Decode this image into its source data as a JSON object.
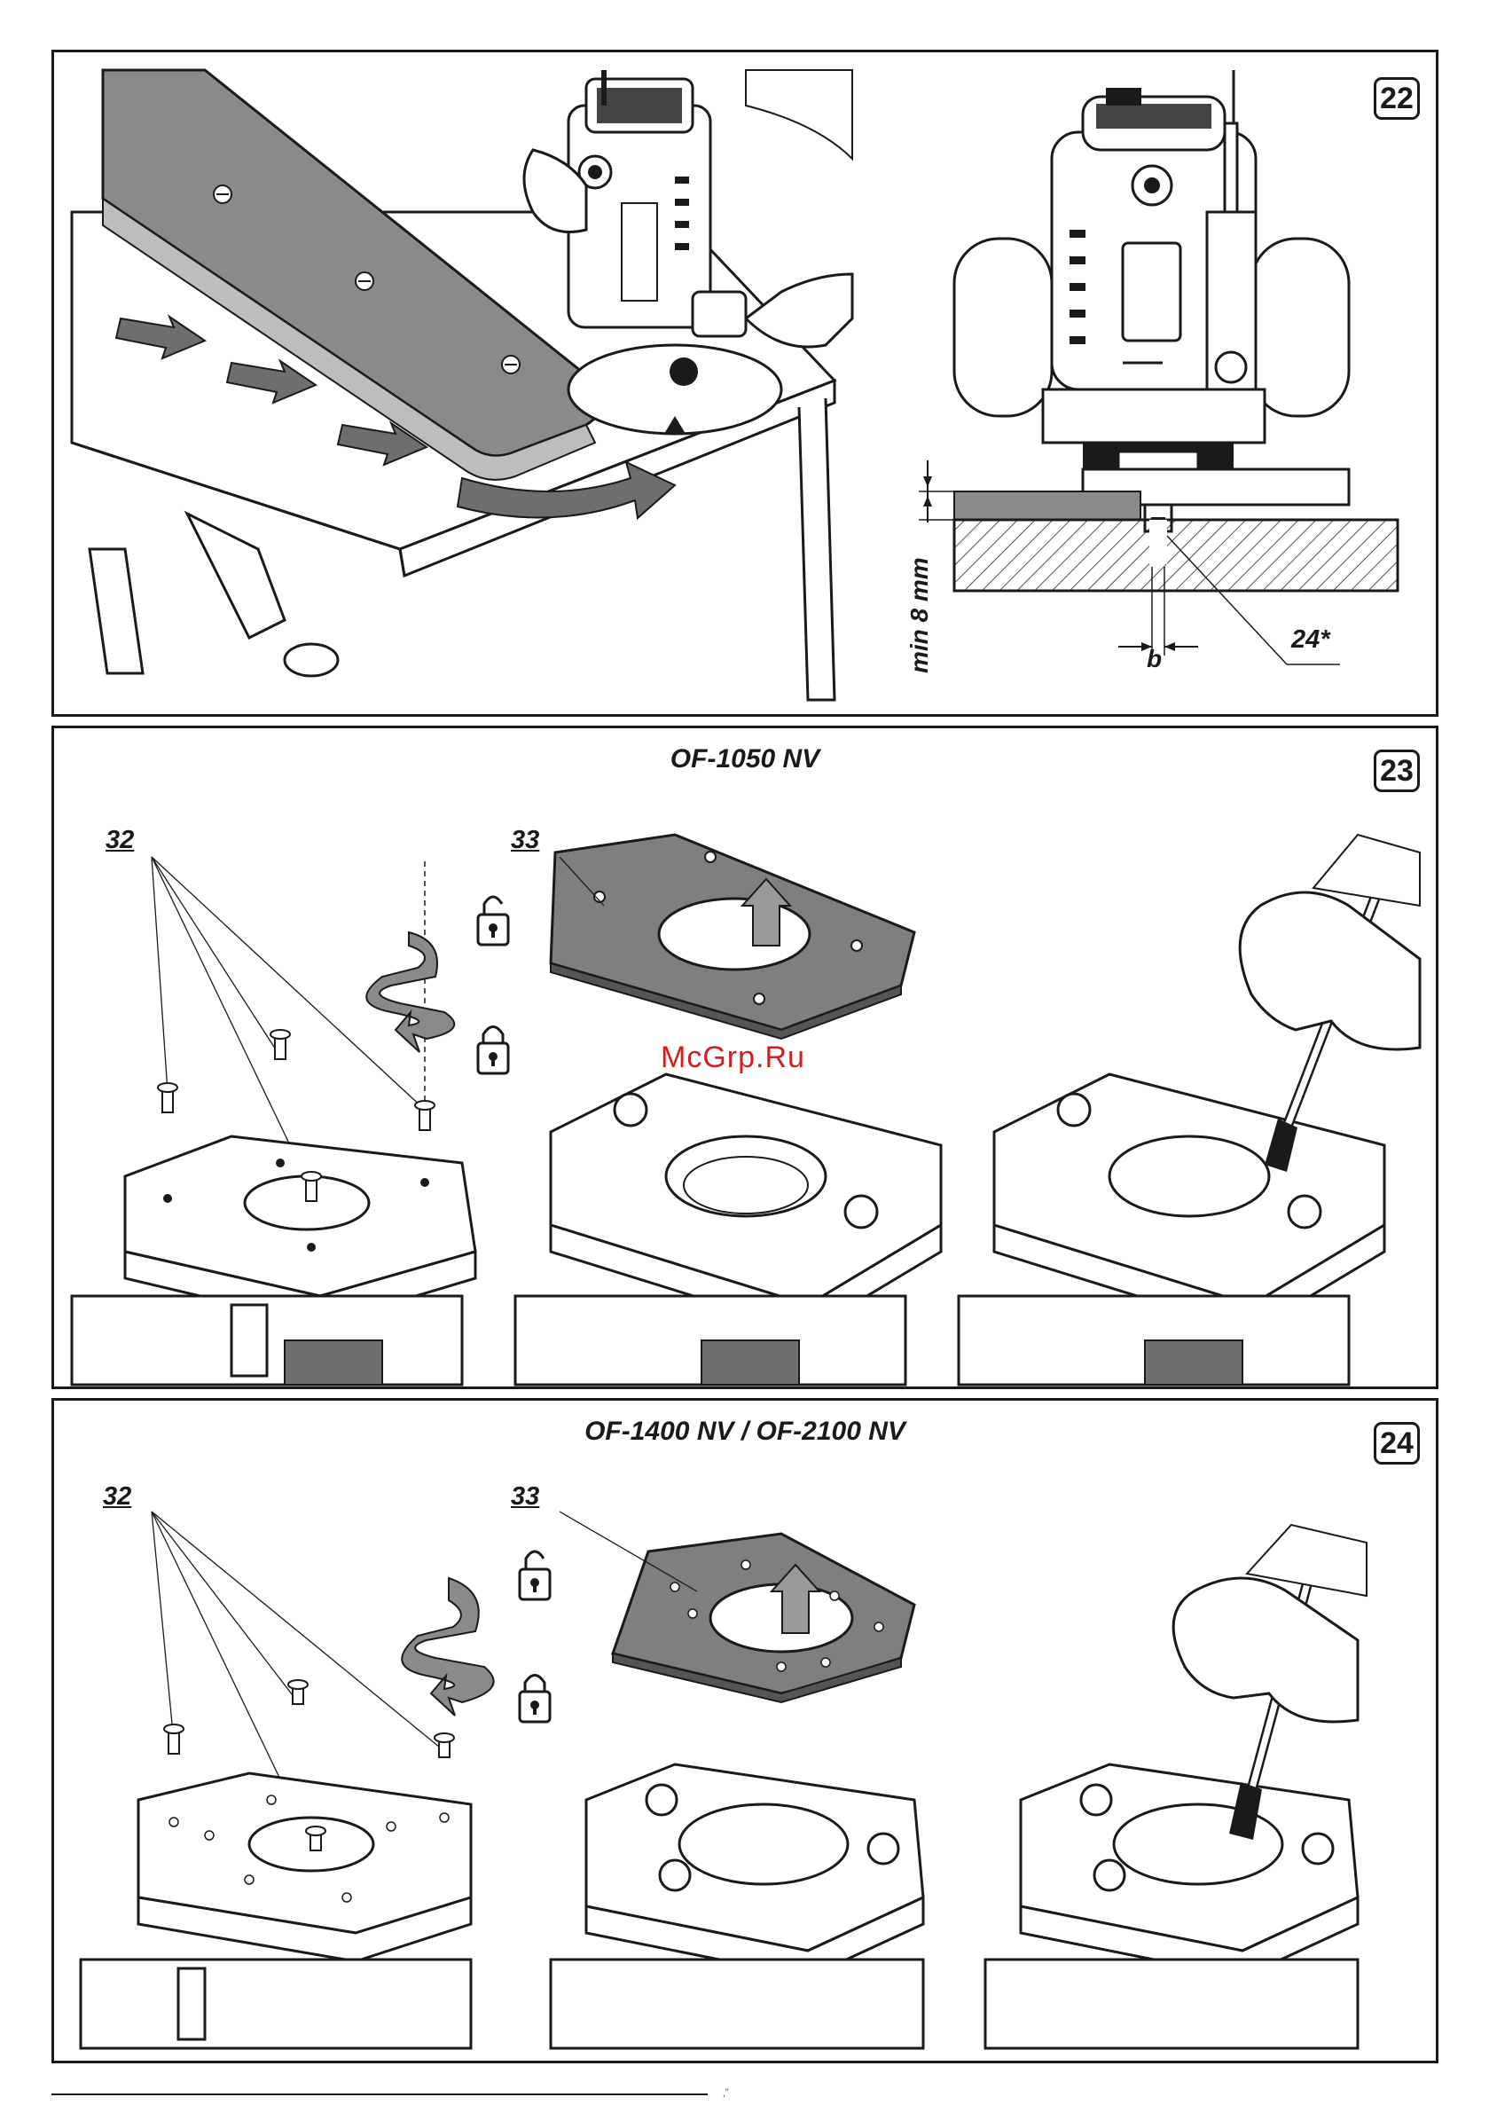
{
  "watermark": "McGrp.Ru",
  "footer_mark": "‚”",
  "fig22": {
    "number": "22",
    "min_label": "min 8 mm",
    "b_label": "b",
    "callout": "24*"
  },
  "fig23": {
    "number": "23",
    "title": "OF-1050 NV",
    "callout_screws": "32",
    "callout_plate": "33"
  },
  "fig24": {
    "number": "24",
    "title": "OF-1400 NV / OF-2100 NV",
    "callout_screws": "32",
    "callout_plate": "33"
  },
  "icons": [
    "unlock-icon",
    "lock-icon",
    "rotate-arrow-icon",
    "lift-arrow-icon",
    "feed-arrow-icon",
    "brush-icon"
  ],
  "colors": {
    "line": "#1a1a1a",
    "plate_gray": "#7f7f7f",
    "light_gray": "#cfcfcf",
    "watermark": "#cf1f1f"
  }
}
